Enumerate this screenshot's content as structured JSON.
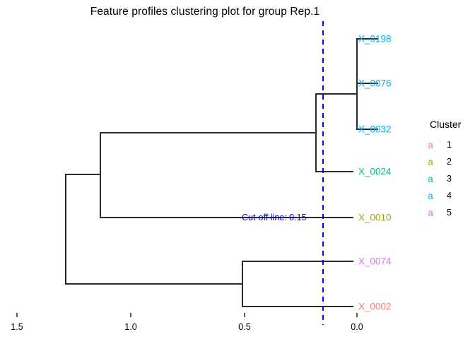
{
  "title": "Feature profiles clustering plot for group Rep.1",
  "chart_data": {
    "type": "dendrogram",
    "title": "Feature profiles clustering plot for group Rep.1",
    "xlabel": "",
    "ylabel": "",
    "axis": {
      "reversed": true,
      "ticks": [
        "1.5",
        "1.0",
        "0.5",
        "0.0"
      ],
      "tick_values": [
        1.5,
        1.0,
        0.5,
        0.0
      ],
      "range": [
        1.65,
        0.0
      ],
      "grid": false
    },
    "cutoff": {
      "value": 0.15,
      "label": "Cut-off line: 0.15",
      "color": "#0000ee",
      "style": "dashed"
    },
    "leaves": [
      {
        "label": "X_0198",
        "cluster": 4,
        "color": "#00B0F6",
        "height": 0.0
      },
      {
        "label": "X_0076",
        "cluster": 4,
        "color": "#00B0F6",
        "height": 0.0
      },
      {
        "label": "X_0032",
        "cluster": 4,
        "color": "#00B0F6",
        "height": 0.0
      },
      {
        "label": "X_0024",
        "cluster": 3,
        "color": "#00BF7D",
        "height": 0.0
      },
      {
        "label": "X_0010",
        "cluster": 2,
        "color": "#A3A500",
        "height": 0.0
      },
      {
        "label": "X_0074",
        "cluster": 5,
        "color": "#E76BF3",
        "height": 0.0
      },
      {
        "label": "X_0002",
        "cluster": 1,
        "color": "#F8766D",
        "height": 0.0
      }
    ],
    "merges": [
      {
        "id": "m1",
        "members": [
          "X_0198",
          "X_0076"
        ],
        "height": 0.0
      },
      {
        "id": "m2",
        "members": [
          "m1",
          "X_0032"
        ],
        "height": 0.0
      },
      {
        "id": "m3",
        "members": [
          "m2",
          "X_0024"
        ],
        "height": 0.18
      },
      {
        "id": "m4",
        "members": [
          "m3",
          "X_0010"
        ],
        "height": 1.13
      },
      {
        "id": "m5",
        "members": [
          "X_0074",
          "X_0002"
        ],
        "height": 0.51
      },
      {
        "id": "m6",
        "members": [
          "m4",
          "m5"
        ],
        "height": 1.28
      }
    ]
  },
  "legend": {
    "title": "Cluster",
    "key_glyph": "a",
    "items": [
      {
        "key": "a",
        "label": "1",
        "color": "#F8766D"
      },
      {
        "key": "a",
        "label": "2",
        "color": "#A3A500"
      },
      {
        "key": "a",
        "label": "3",
        "color": "#00BF7D"
      },
      {
        "key": "a",
        "label": "4",
        "color": "#00B0F6"
      },
      {
        "key": "a",
        "label": "5",
        "color": "#E76BF3"
      }
    ]
  }
}
